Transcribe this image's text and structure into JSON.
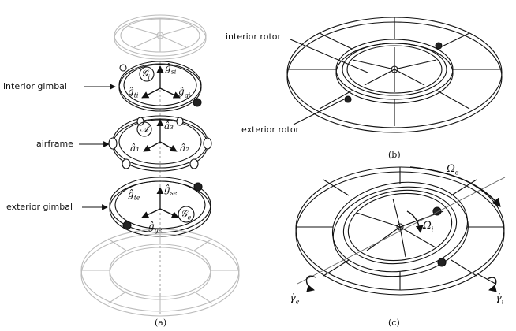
{
  "labels": {
    "interior_gimbal": "interior gimbal",
    "airframe": "airframe",
    "exterior_gimbal": "exterior gimbal",
    "interior_rotor": "interior rotor",
    "exterior_rotor": "exterior rotor"
  },
  "symbols": {
    "gi_frame": "𝒢",
    "gi_frame_sub": "i",
    "g_si": "ĝ",
    "g_si_sub": "si",
    "g_ti": "ĝ",
    "g_ti_sub": "ti",
    "g_gi": "ĝ",
    "g_gi_sub": "gi",
    "a_frame": "𝒜",
    "a1": "â₁",
    "a2": "â₂",
    "a3": "â₃",
    "g_te": "ĝ",
    "g_te_sub": "te",
    "g_se": "ĝ",
    "g_se_sub": "se",
    "g_ge": "ĝ",
    "g_ge_sub": "ge",
    "ge_frame": "𝒢",
    "ge_frame_sub": "e",
    "omega_e": "Ω",
    "omega_e_sub": "e",
    "omega_i": "Ω",
    "omega_i_sub": "i",
    "gamma_e": "γ̇",
    "gamma_e_sub": "e",
    "gamma_i": "γ̇",
    "gamma_i_sub": "i"
  },
  "captions": {
    "a": "(a)",
    "b": "(b)",
    "c": "(c)"
  },
  "colors": {
    "ink": "#111111",
    "ghost": "#bbbbbb"
  }
}
